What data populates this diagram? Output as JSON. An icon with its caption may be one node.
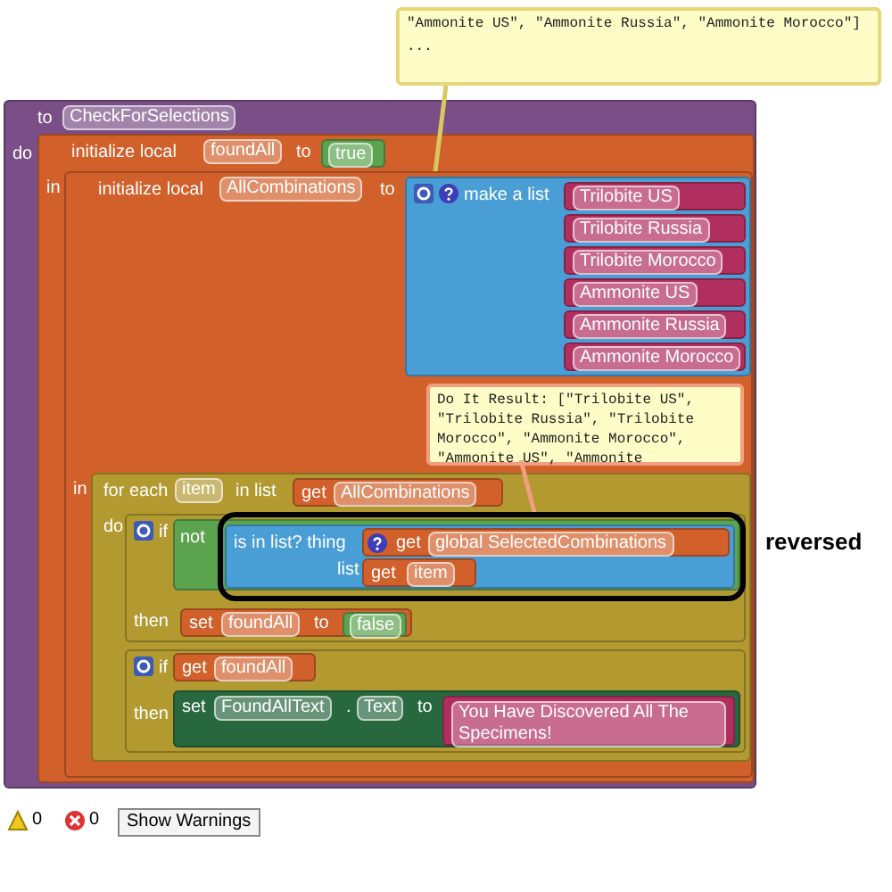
{
  "diagram": {
    "nodes": [
      {
        "text": [
          "to",
          "CheckForSelections",
          "do"
        ]
      },
      {
        "text": [
          "initialize local",
          "foundAll",
          "to",
          "in"
        ],
        "in": 0
      },
      {
        "text": [
          "true"
        ],
        "in": 1
      },
      {
        "text": [
          "initialize local",
          "AllCombinations",
          "to",
          "in"
        ],
        "in": 1
      },
      {
        "text": [
          "make a list"
        ],
        "in": 3
      },
      {
        "text": [
          "Trilobite US"
        ],
        "in": 4
      },
      {
        "text": [
          "Trilobite Russia"
        ],
        "in": 4
      },
      {
        "text": [
          "Trilobite Morocco"
        ],
        "in": 4
      },
      {
        "text": [
          "Ammonite US"
        ],
        "in": 4
      },
      {
        "text": [
          "Ammonite Russia"
        ],
        "in": 4
      },
      {
        "text": [
          "Ammonite Morocco"
        ],
        "in": 4
      },
      {
        "text": [
          "for each",
          "item",
          "in list",
          "do"
        ],
        "in": 3
      },
      {
        "text": [
          "get",
          "AllCombinations"
        ],
        "in": 11
      },
      {
        "text": [
          "if",
          "then"
        ],
        "in": 11
      },
      {
        "text": [
          "not"
        ],
        "in": 13
      },
      {
        "text": [
          "is in list? thing",
          "list"
        ],
        "in": 14
      },
      {
        "text": [
          "get",
          "global SelectedCombinations"
        ],
        "in": 15
      },
      {
        "text": [
          "get",
          "item"
        ],
        "in": 15
      },
      {
        "text": [
          "set",
          "foundAll",
          "to"
        ],
        "in": 13
      },
      {
        "text": [
          "false"
        ],
        "in": 18
      },
      {
        "text": [
          "if",
          "then"
        ],
        "in": 11
      },
      {
        "text": [
          "get",
          "foundAll"
        ],
        "in": 20
      },
      {
        "text": [
          "set",
          "FoundAllText",
          ".",
          "Text",
          "to"
        ],
        "in": 20
      },
      {
        "text": [
          "You Have Discovered All The Specimens!"
        ],
        "in": 22
      },
      {
        "text": [
          "\"Ammonite US\", \"Ammonite Russia\", \"Ammonite Morocco\"]",
          "..."
        ]
      },
      {
        "text": [
          "Do It Result: [\"Trilobite US\", \"Trilobite Russia\", \"Trilobite Morocco\", \"Ammonite Morocco\", \"Ammonite US\", \"Ammonite"
        ],
        "in": 3
      },
      {
        "text": [],
        "shape": "box",
        "beside": [
          "reversed"
        ],
        "in": 13
      }
    ],
    "edges": [
      {
        "from": 24,
        "to": 4,
        "arrow": "none"
      },
      {
        "from": 25,
        "to": 16,
        "arrow": "none"
      }
    ],
    "labels": [
      "0",
      "0",
      "Show Warnings"
    ]
  }
}
